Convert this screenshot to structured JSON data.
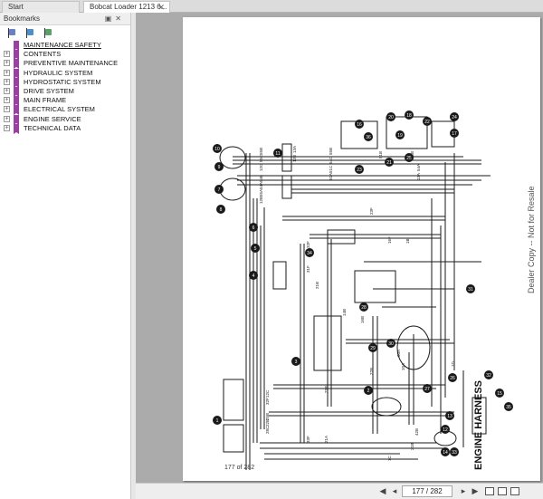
{
  "tabs": [
    {
      "label": "Start"
    },
    {
      "label": "Bobcat Loader 1213 6..."
    }
  ],
  "bookmarks": {
    "title": "Bookmarks",
    "items": [
      {
        "label": "MAINTENANCE SAFETY",
        "expandable": false
      },
      {
        "label": "CONTENTS",
        "expandable": true
      },
      {
        "label": "PREVENTIVE MAINTENANCE",
        "expandable": true
      },
      {
        "label": "HYDRAULIC SYSTEM",
        "expandable": true
      },
      {
        "label": "HYDROSTATIC SYSTEM",
        "expandable": true
      },
      {
        "label": "DRIVE SYSTEM",
        "expandable": true
      },
      {
        "label": "MAIN FRAME",
        "expandable": true
      },
      {
        "label": "ELECTRICAL SYSTEM",
        "expandable": true
      },
      {
        "label": "ENGINE SERVICE",
        "expandable": true
      },
      {
        "label": "TECHNICAL DATA",
        "expandable": true
      }
    ]
  },
  "document": {
    "page_footer": "177 of 282",
    "diagram_title": "ENGINE HARNESS",
    "watermark": "Dealer Copy -- Not for Resale",
    "callouts": [
      "1",
      "2",
      "3",
      "4",
      "5",
      "6",
      "7",
      "8",
      "9",
      "10",
      "11",
      "12",
      "13",
      "14",
      "15",
      "16",
      "17",
      "18",
      "19",
      "20",
      "21",
      "22",
      "23",
      "24",
      "25",
      "26",
      "27",
      "28",
      "29",
      "30",
      "31",
      "32",
      "33",
      "34",
      "35",
      "36"
    ],
    "wire_labels": [
      "55B",
      "55C",
      "12C",
      "54B",
      "54A",
      "55A",
      "12B",
      "13A",
      "13B",
      "55B",
      "54C",
      "51C",
      "51A",
      "51B",
      "55B",
      "23F",
      "16F",
      "1B",
      "32F",
      "31F",
      "21B",
      "14B",
      "16B",
      "54A",
      "12A",
      "42B",
      "21B",
      "7C",
      "22B",
      "12C",
      "32F",
      "25B",
      "22B",
      "28C",
      "21B",
      "21A",
      "30A",
      "10A",
      "1D",
      "33F"
    ]
  },
  "navigation": {
    "page_value": "177 / 282"
  },
  "colors": {
    "page_bg": "#ffffff",
    "viewer_bg": "#ababab",
    "bookmark_icon": "#9c3fa4"
  }
}
